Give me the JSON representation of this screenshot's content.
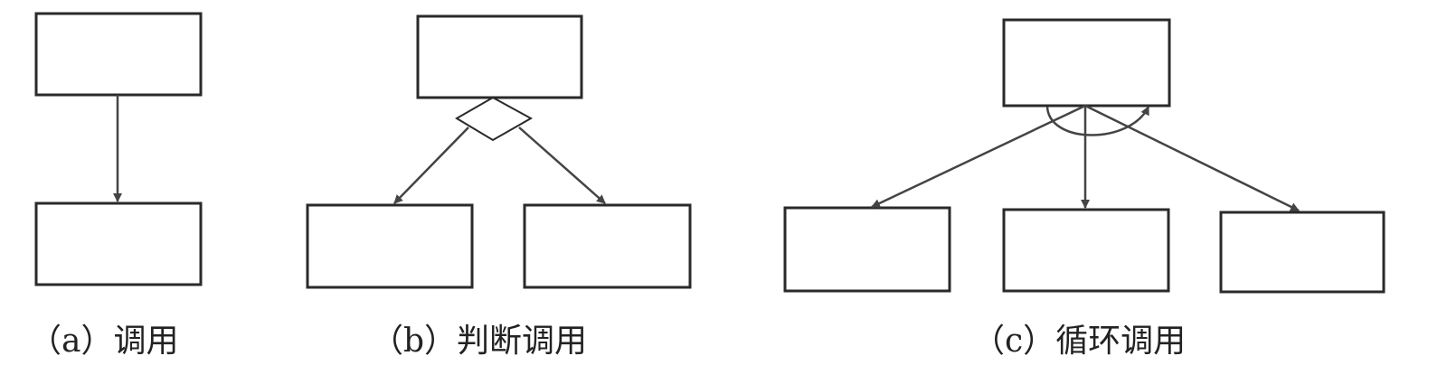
{
  "captions": {
    "a": "（a）调用",
    "b": "（b）判断调用",
    "c": "（c）循环调用"
  },
  "colors": {
    "stroke": "#2a2a2a",
    "arrow": "#444444"
  }
}
